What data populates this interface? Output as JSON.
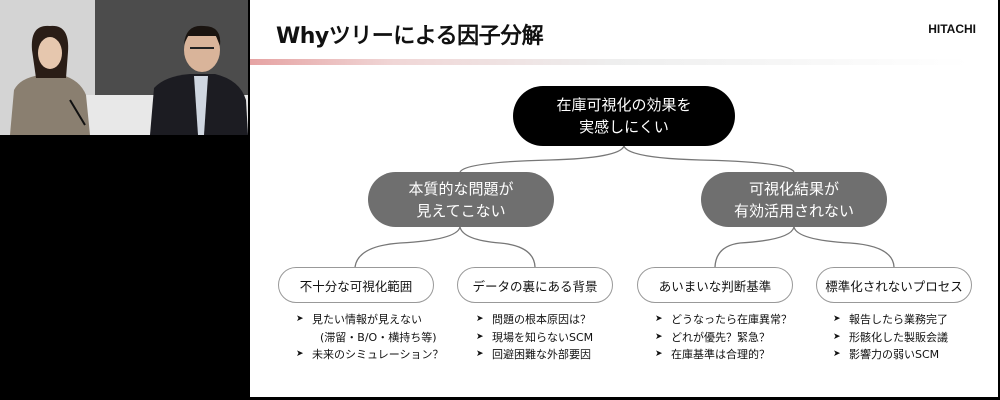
{
  "slide": {
    "title": "Whyツリーによる因子分解",
    "logo": "HITACHI",
    "root": [
      "在庫可視化の効果を",
      "実感しにくい"
    ],
    "branches": [
      {
        "label": [
          "本質的な問題が",
          "見えてこない"
        ]
      },
      {
        "label": [
          "可視化結果が",
          "有効活用されない"
        ]
      }
    ],
    "leaves": [
      {
        "label": "不十分な可視化範囲",
        "bullets": [
          "見たい情報が見えない",
          "(滞留・B/O・横持ち等)",
          "未来のシミュレーション？"
        ]
      },
      {
        "label": "データの裏にある背景",
        "bullets": [
          "問題の根本原因は？",
          "現場を知らないSCM",
          "回避困難な外部要因"
        ]
      },
      {
        "label": "あいまいな判断基準",
        "bullets": [
          "どうなったら在庫異常？",
          "どれが優先？緊急？",
          "在庫基準は合理的？"
        ]
      },
      {
        "label": "標準化されないプロセス",
        "bullets": [
          "報告したら業務完了",
          "形骸化した製販会議",
          "影響力の弱いSCM"
        ]
      }
    ]
  }
}
